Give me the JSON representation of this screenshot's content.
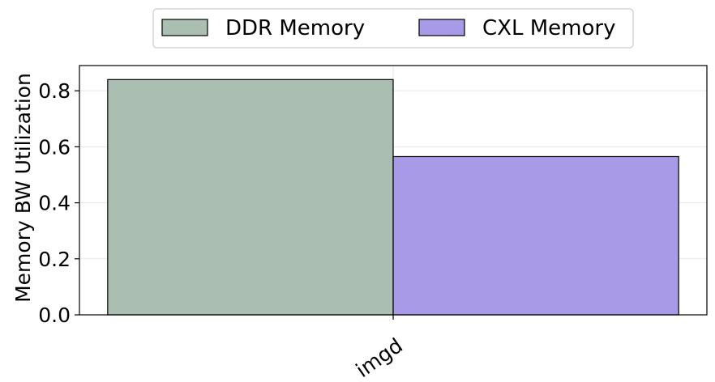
{
  "chart_data": {
    "type": "bar",
    "categories": [
      "imgd"
    ],
    "series": [
      {
        "name": "DDR Memory",
        "values": [
          0.84
        ],
        "color": "#aabfb1"
      },
      {
        "name": "CXL Memory",
        "values": [
          0.565
        ],
        "color": "#a89ae6"
      }
    ],
    "title": "",
    "xlabel": "",
    "ylabel": "Memory BW Utilization",
    "ylim": [
      0,
      0.89
    ],
    "yticks": [
      0.0,
      0.2,
      0.4,
      0.6,
      0.8
    ],
    "ytick_labels": [
      "0.0",
      "0.2",
      "0.4",
      "0.6",
      "0.8"
    ],
    "grid": true,
    "legend_position": "top-center"
  }
}
